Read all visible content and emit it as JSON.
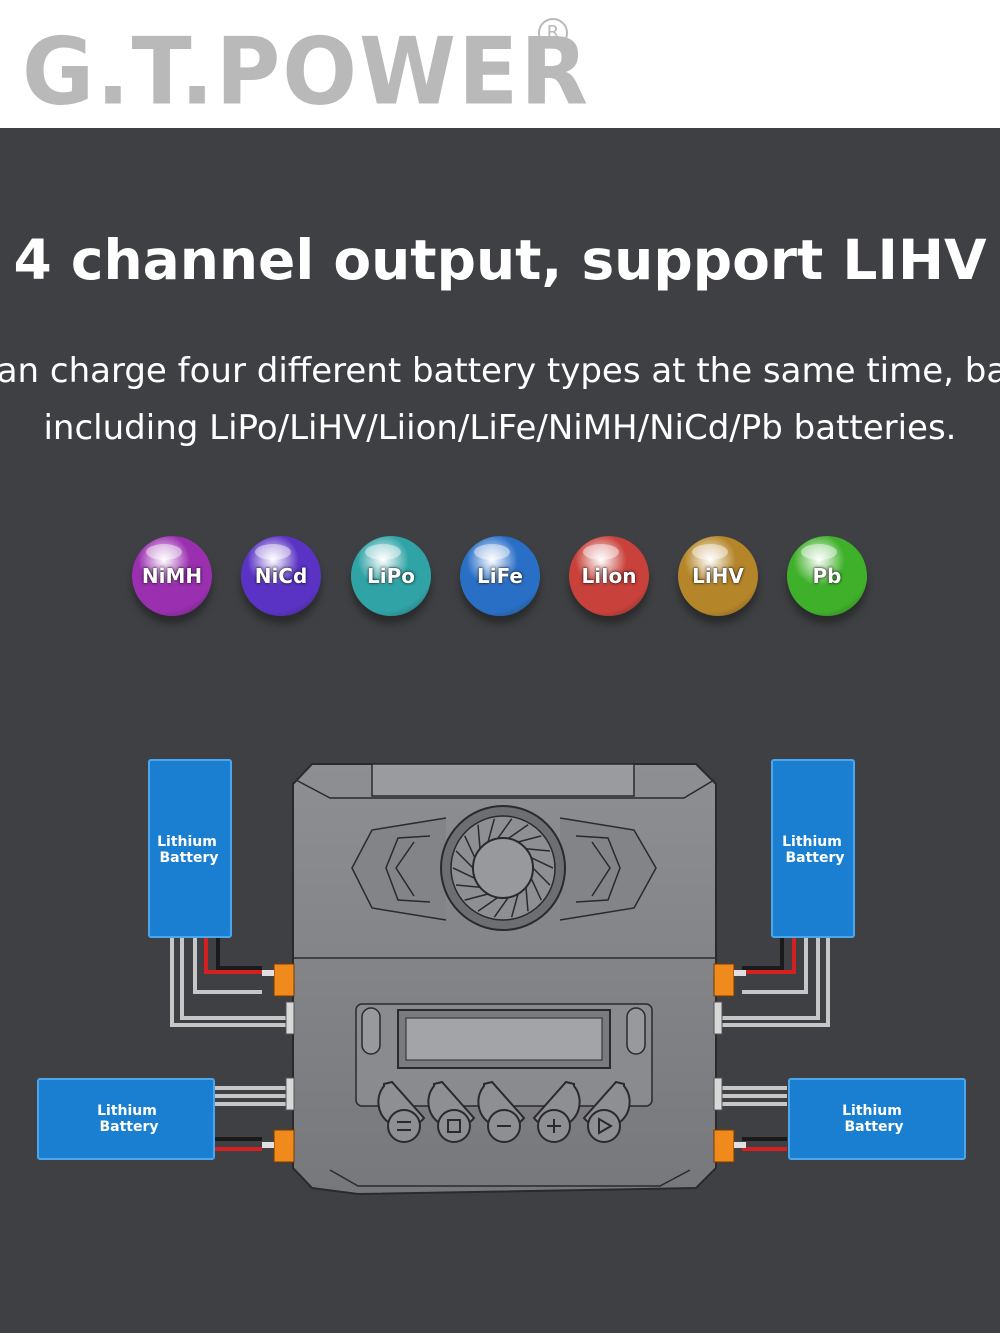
{
  "brand": {
    "logo_text": "G.T.POWER",
    "registered_mark": "R"
  },
  "headline": "4 channel output, support LIHV",
  "description": {
    "line1": "can charge four different battery types at the same time, battery types",
    "line2": "including LiPo/LiHV/Liion/LiFe/NiMH/NiCd/Pb batteries."
  },
  "battery_types": [
    {
      "label": "NiMH",
      "color": "#9a2fb0"
    },
    {
      "label": "NiCd",
      "color": "#5a33c4"
    },
    {
      "label": "LiPo",
      "color": "#2fa3a6"
    },
    {
      "label": "LiFe",
      "color": "#2a6fc6"
    },
    {
      "label": "LiIon",
      "color": "#c8413a"
    },
    {
      "label": "LiHV",
      "color": "#b5852a"
    },
    {
      "label": "Pb",
      "color": "#3fb02a"
    }
  ],
  "batteries": {
    "top_left": {
      "line1": "Lithium",
      "line2": "Battery"
    },
    "top_right": {
      "line1": "Lithium",
      "line2": "Battery"
    },
    "bottom_left": {
      "line1": "Lithium",
      "line2": "Battery"
    },
    "bottom_right": {
      "line1": "Lithium",
      "line2": "Battery"
    }
  },
  "colors": {
    "background": "#3f4043",
    "battery_blue": "#1a7fd0",
    "connector_orange": "#f08a1c",
    "wire_red": "#d42020",
    "logo_grey": "#b9b9b9"
  }
}
